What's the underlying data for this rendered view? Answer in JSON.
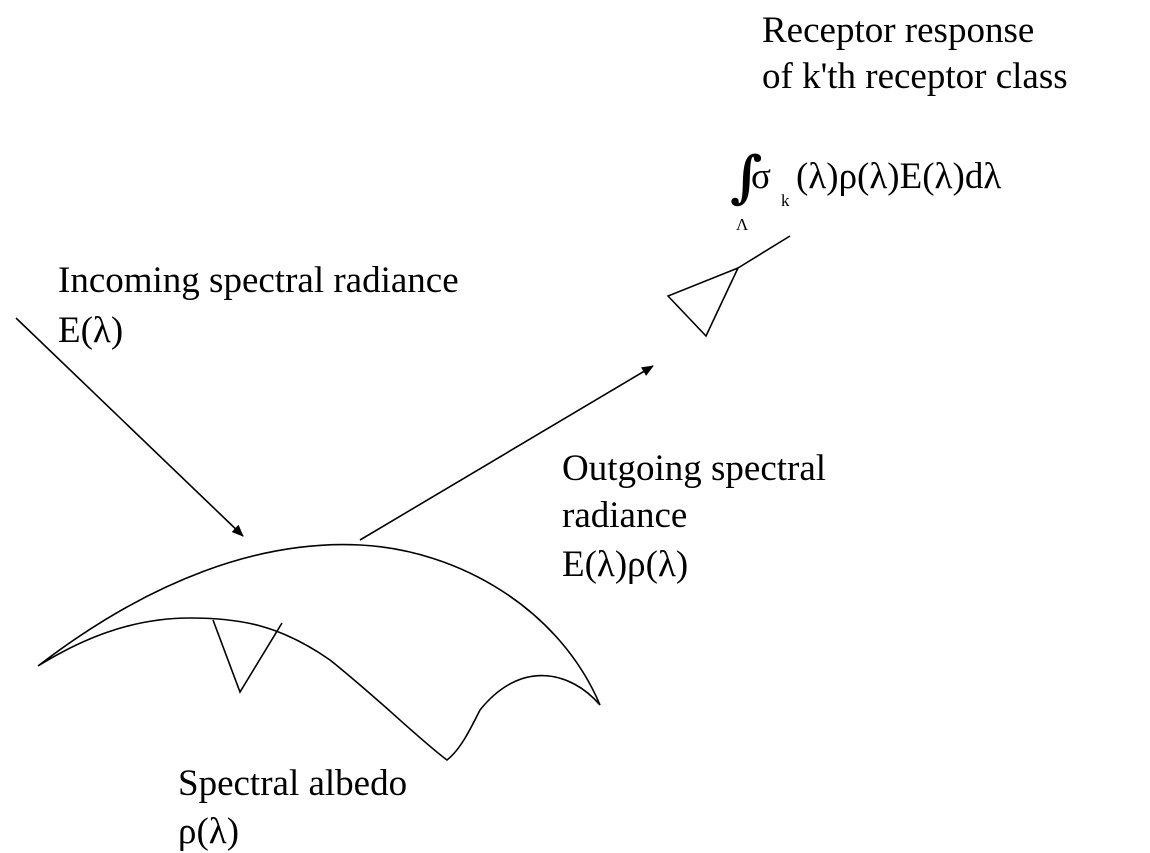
{
  "labels": {
    "receptor_line1": "Receptor response",
    "receptor_line2": "of k'th receptor class",
    "incoming_line1": "Incoming spectral radiance",
    "incoming_line2": "E(λ)",
    "outgoing_line1": "Outgoing spectral",
    "outgoing_line2": "radiance",
    "outgoing_line3": "E(λ)ρ(λ)",
    "albedo_line1": "Spectral albedo",
    "albedo_line2": "ρ(λ)"
  },
  "formula": {
    "integral_sign": "∫",
    "domain_subscript": "Λ",
    "sigma": "σ",
    "sigma_subscript": "k",
    "body": "(λ)ρ(λ)E(λ)dλ"
  }
}
